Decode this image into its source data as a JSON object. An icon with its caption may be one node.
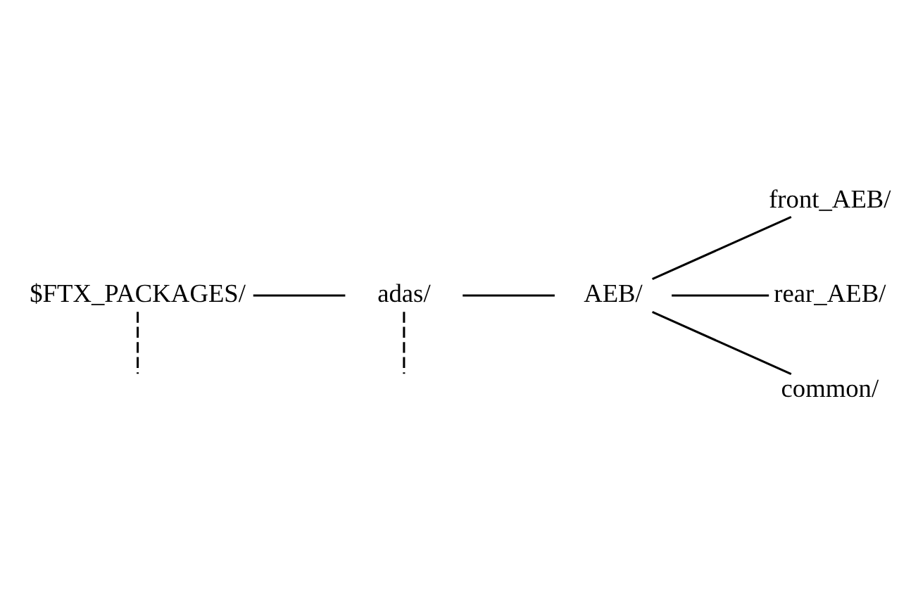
{
  "diagram": {
    "nodes": [
      {
        "text": [
          "$FTX_PACKAGES/"
        ]
      },
      {
        "text": [
          "adas/"
        ]
      },
      {
        "text": [
          "AEB/"
        ]
      },
      {
        "text": [
          "front_AEB/"
        ]
      },
      {
        "text": [
          "rear_AEB/"
        ]
      },
      {
        "text": [
          "common/"
        ]
      }
    ],
    "edges": [
      {
        "from": 0,
        "to": 1,
        "arrow": "none"
      },
      {
        "from": 1,
        "to": 2,
        "arrow": "none"
      },
      {
        "from": 2,
        "to": 3,
        "arrow": "none"
      },
      {
        "from": 2,
        "to": 4,
        "arrow": "none"
      },
      {
        "from": 2,
        "to": 5,
        "arrow": "none"
      },
      {
        "from": 0,
        "to": null,
        "arrow": "none",
        "style": "dashed"
      },
      {
        "from": 1,
        "to": null,
        "arrow": "none",
        "style": "dashed"
      }
    ]
  }
}
